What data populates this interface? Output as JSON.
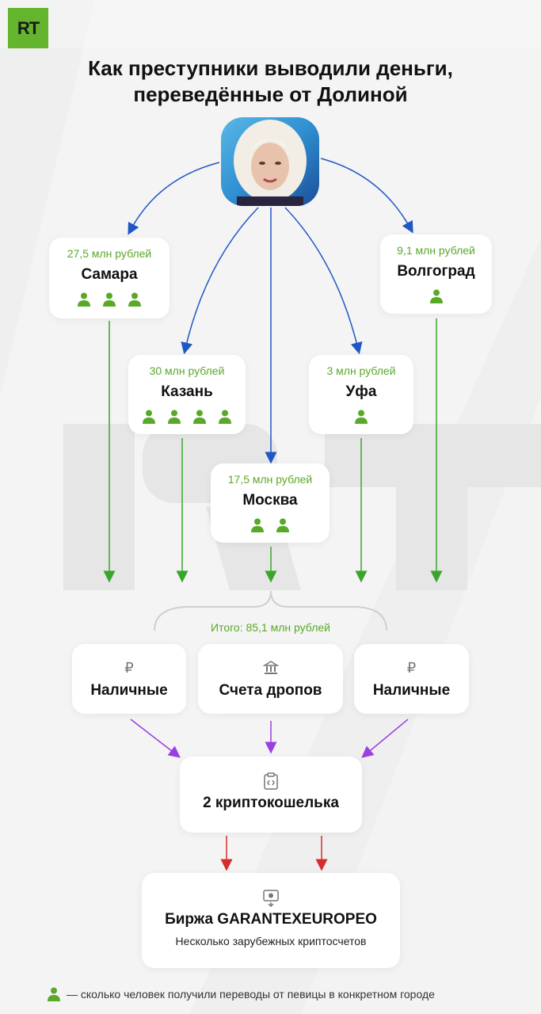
{
  "logo": "RT",
  "title_line1": "Как преступники выводили деньги,",
  "title_line2": "переведённые от Долиной",
  "cities": {
    "samara": {
      "amount": "27,5 млн рублей",
      "name": "Самара",
      "people": 3
    },
    "volgograd": {
      "amount": "9,1 млн рублей",
      "name": "Волгоград",
      "people": 1
    },
    "kazan": {
      "amount": "30 млн рублей",
      "name": "Казань",
      "people": 4
    },
    "ufa": {
      "amount": "3 млн рублей",
      "name": "Уфа",
      "people": 1
    },
    "moscow": {
      "amount": "17,5 млн рублей",
      "name": "Москва",
      "people": 2
    }
  },
  "total": "Итого: 85,1 млн рублей",
  "methods": {
    "cash_left": {
      "label": "Наличные",
      "icon": "₽"
    },
    "drop_accounts": {
      "label": "Счета дропов",
      "icon": "bank-icon"
    },
    "cash_right": {
      "label": "Наличные",
      "icon": "₽"
    }
  },
  "crypto": {
    "label": "2 криптокошелька",
    "icon": "clipboard-code-icon"
  },
  "exchange": {
    "title": "Биржа GARANTEXEUROPEO",
    "subtitle": "Несколько зарубежных криптосчетов",
    "icon": "monitor-cash-icon"
  },
  "legend": "— сколько человек получили переводы от певицы в конкретном городе",
  "colors": {
    "green": "#5aa829",
    "blue": "#1f57c3",
    "purple": "#9b3fe0",
    "red": "#d62c2c"
  }
}
